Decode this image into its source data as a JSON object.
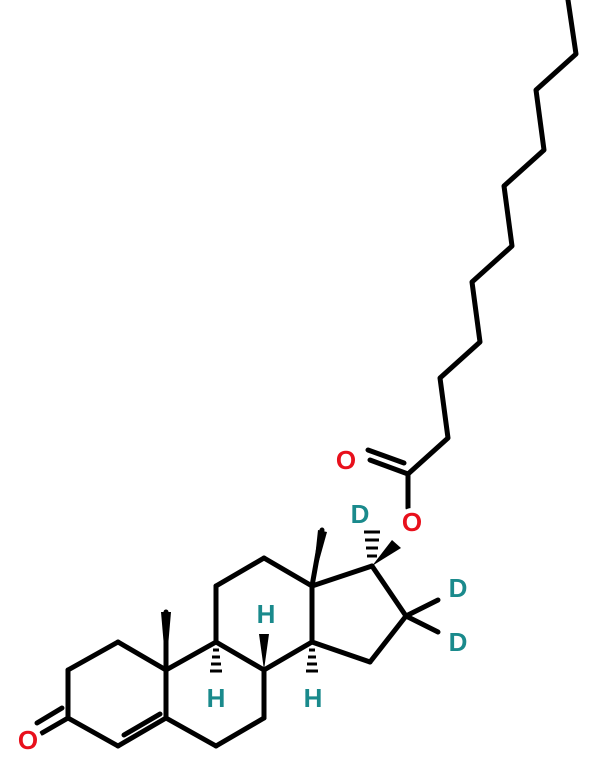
{
  "molecule": {
    "colors": {
      "bond": "#000000",
      "oxygen": "#e8101c",
      "hydrogen": "#1a8a8c",
      "deuterium": "#1a8a8c"
    },
    "labels": {
      "ketone_oxygen": "O",
      "ester_carbonyl_oxygen": "O",
      "ester_oxygen": "O",
      "d_c17": "D",
      "d_c16_upper": "D",
      "d_c16_lower": "D",
      "h_c8": "H",
      "h_c9": "H",
      "h_c14": "H"
    }
  }
}
